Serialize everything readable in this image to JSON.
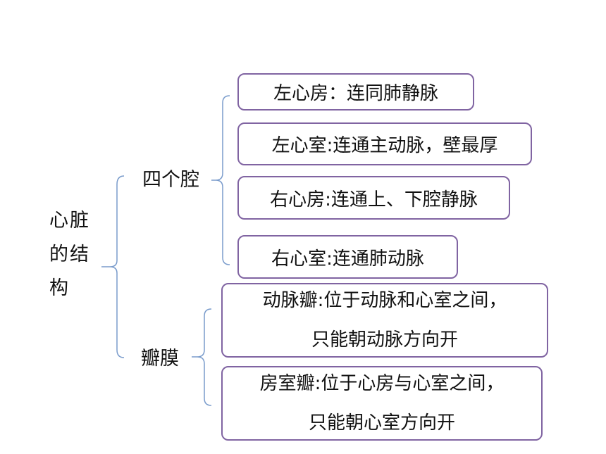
{
  "root": {
    "label": "心脏的结构"
  },
  "branches": [
    {
      "label": "四个腔",
      "items": [
        {
          "lines": [
            "左心房：连同肺静脉"
          ]
        },
        {
          "lines": [
            "左心室:连通主动脉，壁最厚"
          ]
        },
        {
          "lines": [
            "右心房:连通上、下腔静脉"
          ]
        },
        {
          "lines": [
            "右心室:连通肺动脉"
          ]
        }
      ]
    },
    {
      "label": "瓣膜",
      "items": [
        {
          "lines": [
            "动脉瓣:位于动脉和心室之间，",
            "只能朝动脉方向开"
          ]
        },
        {
          "lines": [
            "房室瓣:位于心房与心室之间，",
            "只能朝心室方向开"
          ]
        }
      ]
    }
  ],
  "colors": {
    "box_border": "#8064a2",
    "bracket": "#7a9ccc"
  }
}
